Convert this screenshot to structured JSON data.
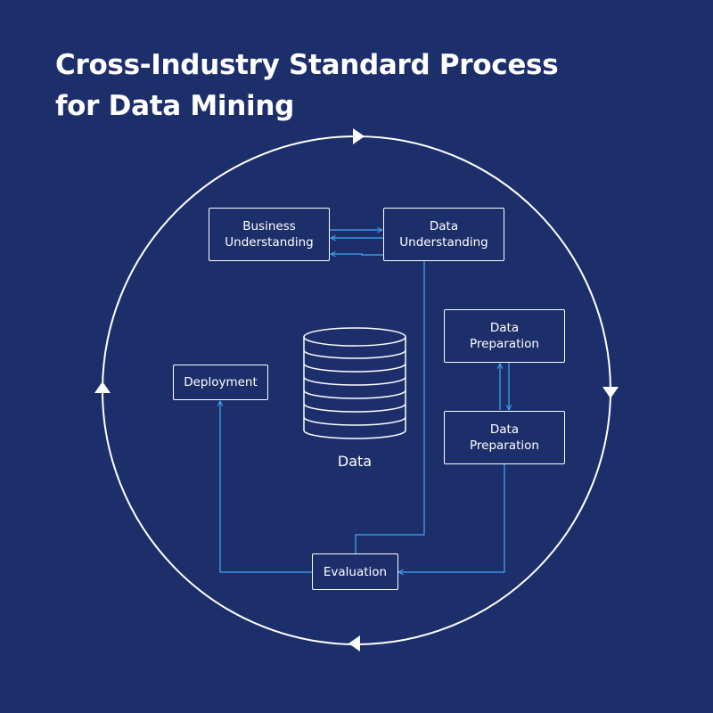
{
  "title": {
    "line1": "Cross-Industry Standard Process",
    "line2": "for Data Mining"
  },
  "steps": {
    "business_understanding": {
      "line1": "Business",
      "line2": "Understanding"
    },
    "data_understanding": {
      "line1": "Data",
      "line2": "Understanding"
    },
    "data_preparation_top": {
      "line1": "Data",
      "line2": "Preparation"
    },
    "data_preparation_bottom": {
      "line1": "Data",
      "line2": "Preparation"
    },
    "deployment": {
      "label": "Deployment"
    },
    "evaluation": {
      "label": "Evaluation"
    }
  },
  "center": {
    "label": "Data"
  },
  "icons": {
    "center": "database-icon",
    "cycle_arrows": [
      "arrow-right-icon",
      "arrow-down-icon",
      "arrow-left-icon",
      "arrow-up-icon"
    ]
  },
  "colors": {
    "background": "#1d2f6b",
    "foreground": "#ffffff",
    "connector": "#3fa9f5"
  }
}
